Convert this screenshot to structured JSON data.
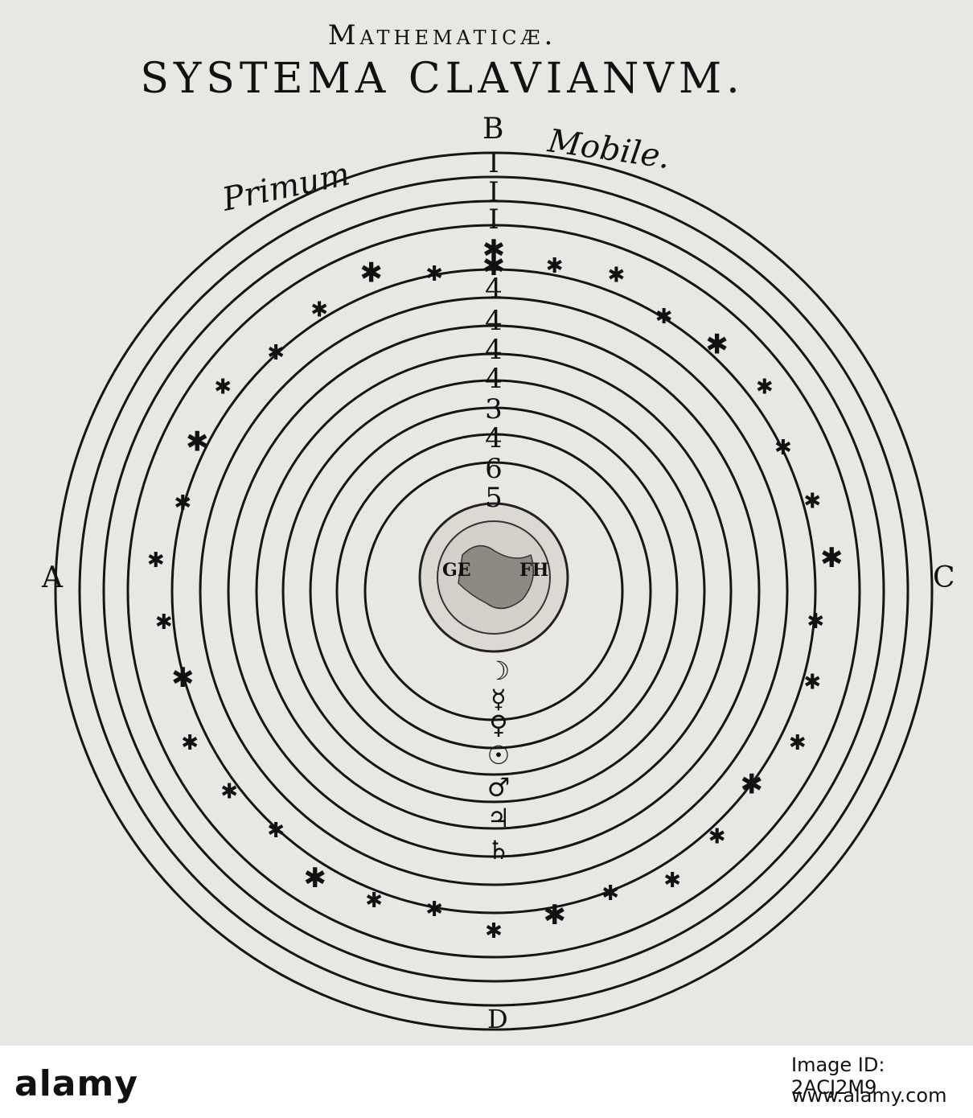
{
  "header": {
    "kicker": "Mathematicæ.",
    "title": "SYSTEMA CLAVIANVM."
  },
  "diagram": {
    "outer_label_left": "Primum",
    "outer_label_right": "Mobile.",
    "compass": {
      "top": "B",
      "left": "A",
      "right": "C",
      "bottom": "D"
    },
    "earth_labels": {
      "left": "GE",
      "right": "FH"
    },
    "upper_marks": [
      "I",
      "I",
      "I",
      "✱",
      "4",
      "4",
      "4",
      "4",
      "3",
      "4",
      "6",
      "5"
    ],
    "planet_symbols": [
      "☽",
      "☿",
      "♀",
      "☉",
      "♂",
      "♃",
      "♄"
    ],
    "ring_count": 12
  },
  "footer": {
    "wordmark": "alamy",
    "image_id": "Image ID: 2ACJ2M9",
    "site": "www.alamy.com"
  }
}
